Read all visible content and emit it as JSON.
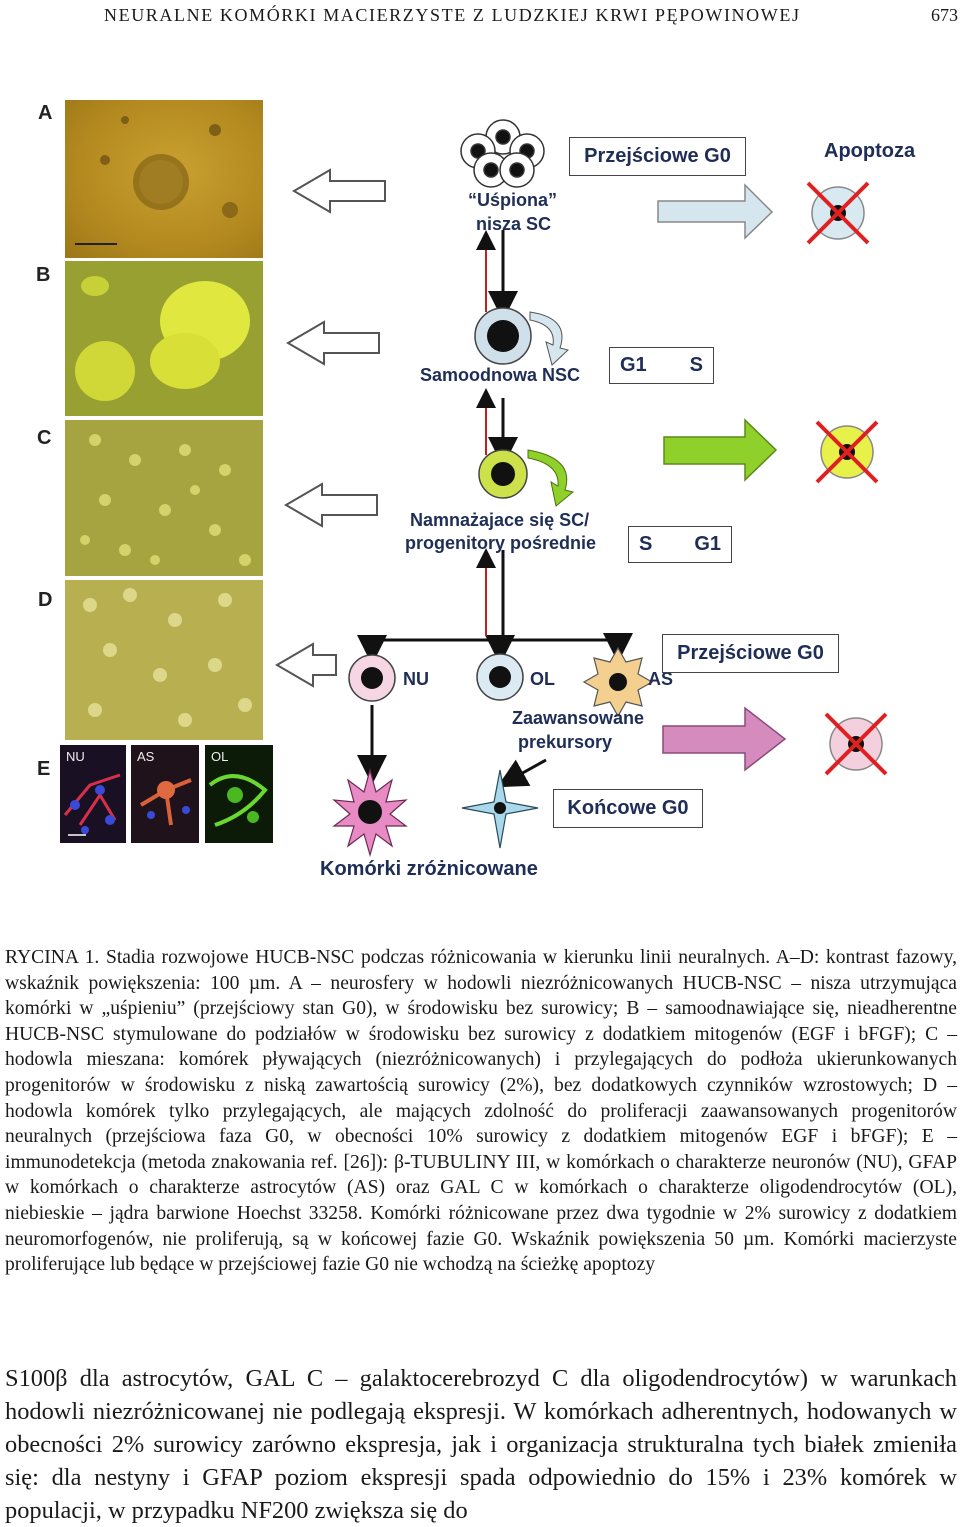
{
  "header": {
    "title": "NEURALNE KOMÓRKI MACIERZYSTE Z LUDZKIEJ KRWI PĘPOWINOWEJ",
    "page_number": "673"
  },
  "figure": {
    "panel_letters": [
      "A",
      "B",
      "C",
      "D",
      "E"
    ],
    "fluorescence_labels": [
      "NU",
      "AS",
      "OL"
    ],
    "labels": {
      "dormant_line1": "“Uśpiona”",
      "dormant_line2": "nisza SC",
      "self_renewing": "Samoodnowa NSC",
      "proliferating_line1": "Namnażajace się SC/",
      "proliferating_line2": "progenitory pośrednie",
      "nu": "NU",
      "ol": "OL",
      "as": "AS",
      "advanced_line1": "Zaawansowane",
      "advanced_line2": "prekursory",
      "differentiated": "Komórki zróżnicowane",
      "apoptosis": "Apoptoza"
    },
    "boxes": {
      "transitional_g0_top": "Przejściowe G0",
      "g1_s": "G1",
      "g1_s_target": "S",
      "s_g1": "S",
      "s_g1_target": "G1",
      "transitional_g0_bottom": "Przejściowe G0",
      "final_g0": "Końcowe G0"
    },
    "colors": {
      "dark_blue_label": "#1f2e57",
      "light_blue_arrow": "#d5e6ef",
      "green_arrow": "#8fd12a",
      "pink_arrow": "#d68bbf",
      "red_cross": "#e02020"
    }
  },
  "caption": {
    "text": "RYCINA 1. Stadia rozwojowe HUCB-NSC podczas różnicowania w kierunku linii neuralnych. A–D: kontrast fazowy, wskaźnik powiększenia: 100 µm. A – neurosfery w hodowli niezróżnicowanych HUCB-NSC – nisza utrzymująca komórki w „uśpieniu” (przejściowy stan G0), w środowisku bez surowicy; B – samoodnawiające się, nieadherentne HUCB-NSC stymulowane do podziałów w środowisku bez surowicy z dodatkiem mitogenów (EGF i bFGF); C – hodowla mieszana: komórek pływających (niezróżnicowanych) i przylegających do podłoża ukierunkowanych progenitorów w środowisku z niską zawartością surowicy (2%), bez dodatkowych czynników wzrostowych; D – hodowla komórek tylko przylegających, ale mających zdolność do proliferacji zaawansowanych progenitorów neuralnych (przejściowa faza G0, w obecności 10% surowicy z dodatkiem mitogenów EGF i bFGF); E – immunodetekcja (metoda znakowania ref. [26]): β-TUBULINY III, w komórkach o charakterze neuronów (NU), GFAP w komórkach o charakterze astrocytów (AS) oraz GAL C w komórkach o charakterze oligodendrocytów (OL), niebieskie – jądra barwione Hoechst 33258. Komórki różnicowane przez dwa tygodnie w 2% surowicy z dodatkiem neuromorfogenów, nie proliferują, są w końcowej fazie G0. Wskaźnik powiększenia 50 µm. Komórki macierzyste proliferujące lub będące w przejściowej fazie G0 nie wchodzą na ścieżkę apoptozy"
  },
  "body": {
    "text": "S100β dla astrocytów, GAL C – galaktocerebrozyd C dla oligodendrocytów) w warunkach hodowli niezróżnicowanej nie podlegają ekspresji. W komórkach adherentnych, hodowanych w obecności 2% surowicy zarówno ekspresja, jak i organizacja strukturalna tych białek zmieniła się: dla nestyny i GFAP poziom ekspresji spada odpowiednio do 15% i 23% komórek w populacji, w przypadku NF200 zwiększa się do"
  }
}
